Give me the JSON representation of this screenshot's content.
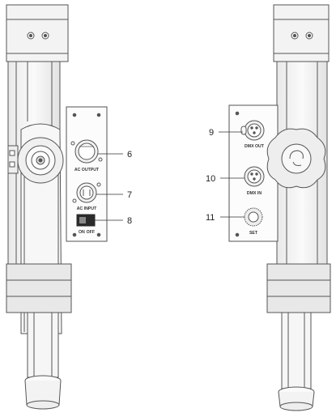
{
  "callouts": {
    "c6": "6",
    "c7": "7",
    "c8": "8",
    "c9": "9",
    "c10": "10",
    "c11": "11"
  },
  "panel_labels": {
    "ac_output": "AC OUTPUT",
    "ac_input": "AC INPUT",
    "switch_on": "ON",
    "switch_off": "OFF",
    "dmx_out": "DMX OUT",
    "dmx_in": "DMX IN",
    "set": "SET"
  },
  "colors": {
    "outline": "#555555",
    "fill_light": "#f4f4f4",
    "fill_mid": "#e6e6e6",
    "switch": "#2a2a2a"
  }
}
